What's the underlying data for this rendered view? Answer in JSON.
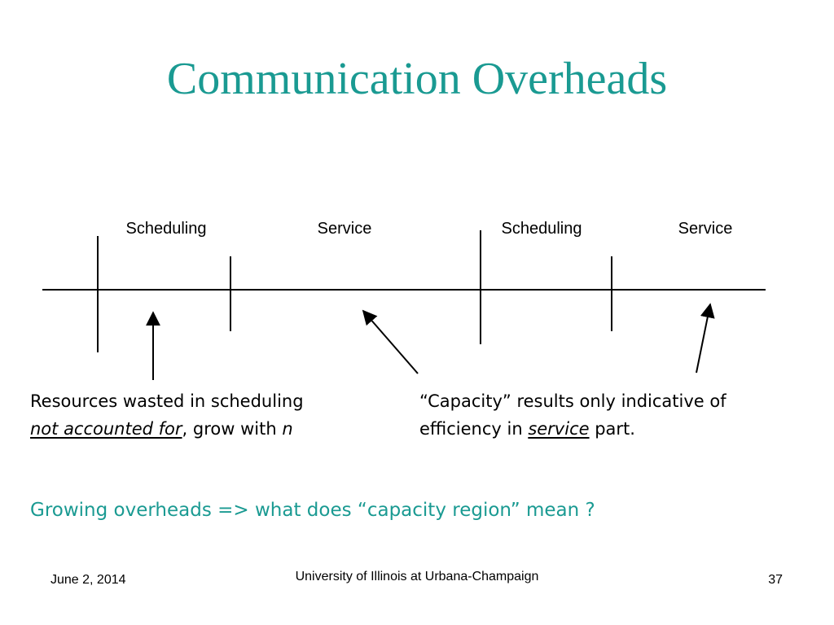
{
  "colors": {
    "accent": "#1a9a92",
    "text": "#000000"
  },
  "slide": {
    "title": "Communication Overheads",
    "timeline_labels": [
      "Scheduling",
      "Service",
      "Scheduling",
      "Service"
    ],
    "note_left": {
      "line1": "Resources wasted in scheduling",
      "line2_emph": "not accounted for",
      "line2_rest": ", grow with ",
      "line2_var": "n"
    },
    "note_right": {
      "line1": "“Capacity” results only indicative of",
      "line2_pre": "efficiency in ",
      "line2_emph": "service",
      "line2_post": " part."
    },
    "question": "Growing overheads => what does “capacity region” mean ?"
  },
  "footer": {
    "date": "June 2, 2014",
    "institution": "University of Illinois at Urbana-Champaign",
    "page_number": "37"
  }
}
